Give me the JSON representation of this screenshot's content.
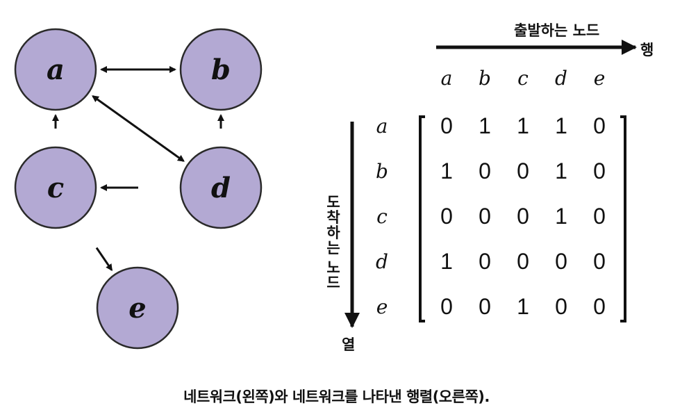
{
  "network": {
    "nodes": [
      "a",
      "b",
      "c",
      "d",
      "e"
    ],
    "edges": [
      [
        "a",
        "b"
      ],
      [
        "b",
        "a"
      ],
      [
        "a",
        "d"
      ],
      [
        "d",
        "a"
      ],
      [
        "c",
        "a"
      ],
      [
        "d",
        "b"
      ],
      [
        "d",
        "c"
      ],
      [
        "c",
        "e"
      ]
    ],
    "node_fill": "#b3a9d3",
    "node_stroke": "#2a2a2a"
  },
  "matrix": {
    "row_direction_label": "출발하는 노드",
    "row_axis_label": "행",
    "col_direction_label": [
      "도",
      "착",
      "하",
      "는",
      "노",
      "드"
    ],
    "col_axis_label": "열",
    "column_headers": [
      "a",
      "b",
      "c",
      "d",
      "e"
    ],
    "row_headers": [
      "a",
      "b",
      "c",
      "d",
      "e"
    ],
    "values": [
      [
        0,
        1,
        1,
        1,
        0
      ],
      [
        1,
        0,
        0,
        1,
        0
      ],
      [
        0,
        0,
        0,
        1,
        0
      ],
      [
        1,
        0,
        0,
        0,
        0
      ],
      [
        0,
        0,
        1,
        0,
        0
      ]
    ]
  },
  "caption": "네트워크(왼쪽)와 네트워크를 나타낸 행렬(오른쪽)."
}
